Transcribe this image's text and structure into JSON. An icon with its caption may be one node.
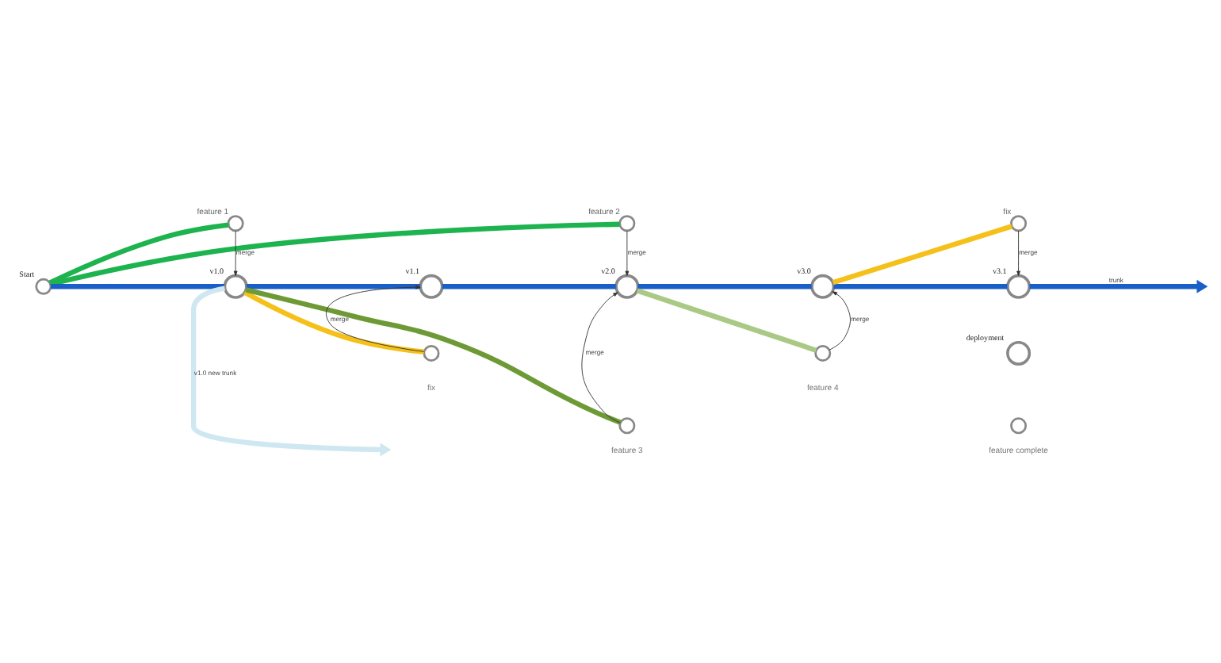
{
  "diagram": {
    "nodes": [
      {
        "text": [],
        "shape": "circle",
        "beside": [
          "Start"
        ]
      },
      {
        "text": [],
        "shape": "circle",
        "beside": [
          "feature 1"
        ]
      },
      {
        "text": [],
        "shape": "circle",
        "beside": [
          "feature 2"
        ]
      },
      {
        "text": [],
        "shape": "circle",
        "beside": [
          "v1.0"
        ]
      },
      {
        "text": [],
        "shape": "circle",
        "beside": [
          "v1.1"
        ]
      },
      {
        "text": [],
        "shape": "circle",
        "beside": [
          "v2.0"
        ]
      },
      {
        "text": [],
        "shape": "circle",
        "beside": [
          "v3.0"
        ]
      },
      {
        "text": [],
        "shape": "circle",
        "beside": [
          "v3.1"
        ]
      },
      {
        "text": [],
        "shape": "circle",
        "beside": [
          "fix"
        ]
      },
      {
        "text": [],
        "shape": "circle",
        "beside": [
          "feature 3"
        ]
      },
      {
        "text": [],
        "shape": "circle",
        "beside": [
          "feature 4"
        ]
      },
      {
        "text": [],
        "shape": "circle",
        "beside": [
          "fix"
        ]
      },
      {
        "text": [],
        "shape": "circle",
        "beside": [
          "deployment"
        ]
      },
      {
        "text": [],
        "shape": "circle",
        "beside": [
          "feature complete"
        ]
      }
    ],
    "edges": [
      {
        "from": 0,
        "to": 3,
        "arrow": "none",
        "color": "#1a5fc8"
      },
      {
        "from": 3,
        "to": 4,
        "arrow": "none",
        "color": "#1a5fc8"
      },
      {
        "from": 4,
        "to": 5,
        "arrow": "none",
        "color": "#1a5fc8"
      },
      {
        "from": 5,
        "to": 6,
        "arrow": "none",
        "color": "#1a5fc8"
      },
      {
        "from": 6,
        "to": 7,
        "arrow": "none",
        "color": "#1a5fc8"
      },
      {
        "from": 7,
        "to": null,
        "arrow": "to",
        "label": "trunk",
        "color": "#1a5fc8"
      },
      {
        "from": 0,
        "to": 1,
        "arrow": "none",
        "color": "#1db34f"
      },
      {
        "from": 0,
        "to": 2,
        "arrow": "none",
        "color": "#1db34f"
      },
      {
        "from": 1,
        "to": 3,
        "arrow": "to",
        "label": "merge",
        "color": "#333333"
      },
      {
        "from": 2,
        "to": 5,
        "arrow": "to",
        "label": "merge",
        "color": "#333333"
      },
      {
        "from": 3,
        "to": 8,
        "arrow": "none",
        "color": "#f5c01a"
      },
      {
        "from": 3,
        "to": 9,
        "arrow": "none",
        "color": "#6e9a36"
      },
      {
        "from": 3,
        "to": null,
        "arrow": "to",
        "label": "v1.0 new trunk",
        "color": "#cfe7f0"
      },
      {
        "from": 8,
        "to": 4,
        "arrow": "to",
        "label": "merge",
        "color": "#333333"
      },
      {
        "from": 9,
        "to": 5,
        "arrow": "to",
        "label": "merge",
        "color": "#333333"
      },
      {
        "from": 5,
        "to": 10,
        "arrow": "none",
        "color": "#a9c985"
      },
      {
        "from": 10,
        "to": 6,
        "arrow": "to",
        "label": "merge",
        "color": "#333333"
      },
      {
        "from": 6,
        "to": 11,
        "arrow": "none",
        "color": "#f5c01a"
      },
      {
        "from": 11,
        "to": 7,
        "arrow": "to",
        "label": "merge",
        "color": "#333333"
      }
    ]
  }
}
